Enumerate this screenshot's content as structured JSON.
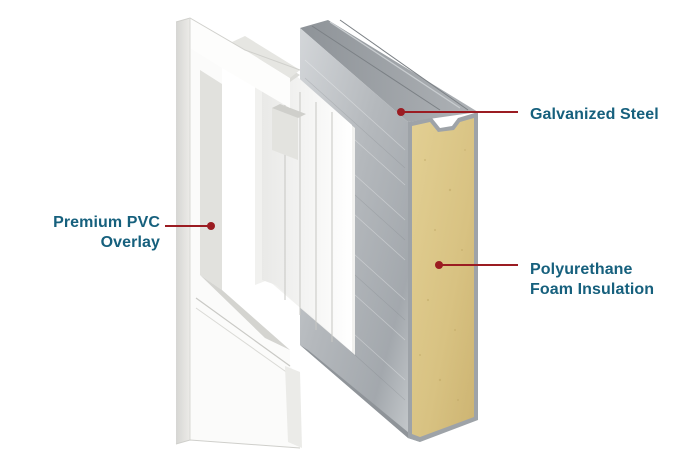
{
  "labels": {
    "galvanized_steel": "Galvanized Steel",
    "foam_line1": "Polyurethane",
    "foam_line2": "Foam Insulation",
    "pvc_line1": "Premium PVC",
    "pvc_line2": "Overlay"
  },
  "colors": {
    "label_text": "#16607d",
    "leader_line": "#9b1c22",
    "foam": "#d9c486",
    "steel": "#b4b8bc",
    "pvc": "#f6f6f4"
  }
}
